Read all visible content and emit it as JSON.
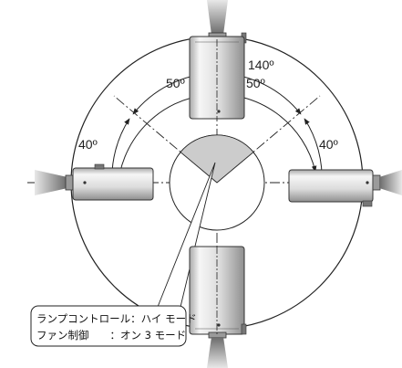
{
  "labels": {
    "angle_total": "140º",
    "angle_upper_left": "50º",
    "angle_upper_right": "50º",
    "angle_side_left": "40º",
    "angle_side_right": "40º"
  },
  "callout": {
    "line1": "ランプコントロール：ハイ モード",
    "line2": "ファン制御　　：オン 3 モード"
  },
  "colors": {
    "line": "#222222",
    "sector_fill": "#cccccc",
    "projector_light": "#f4f4f4",
    "projector_mid": "#bdbdbd",
    "projector_dark": "#8a8a8a"
  }
}
